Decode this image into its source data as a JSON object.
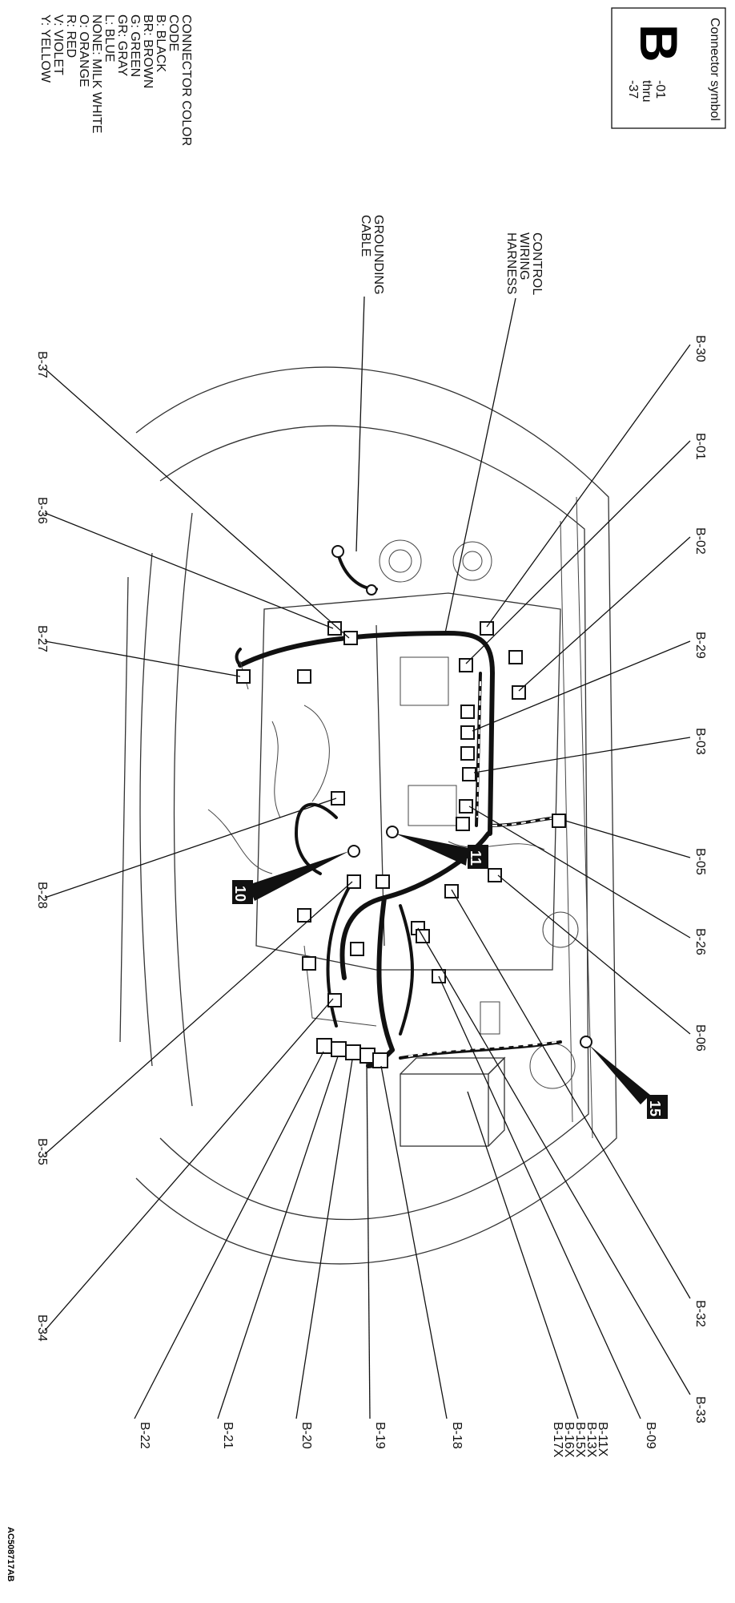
{
  "symbol_box": {
    "heading": "Connector symbol",
    "letter": "B",
    "range_from": "-01",
    "range_word": "thru",
    "range_to": "-37"
  },
  "color_code": {
    "lines": [
      "CONNECTOR COLOR",
      "CODE",
      "B: BLACK",
      "BR: BROWN",
      "G: GREEN",
      "GR: GRAY",
      "L: BLUE",
      "NONE: MILK WHITE",
      "O: ORANGE",
      "R: RED",
      "V: VIOLET",
      "Y: YELLOW"
    ]
  },
  "callouts": {
    "grounding_cable": [
      "GROUNDING",
      "CABLE"
    ],
    "control_harness": [
      "CONTROL",
      "WIRING",
      "HARNESS"
    ]
  },
  "connectors_right": [
    "B-30",
    "B-01",
    "B-02",
    "B-29",
    "B-03",
    "B-05",
    "B-26",
    "B-06",
    "B-32",
    "B-33"
  ],
  "connectors_left": [
    "B-37",
    "B-36",
    "B-27",
    "B-28",
    "B-35",
    "B-34"
  ],
  "connectors_bottom": [
    "B-22",
    "B-21",
    "B-20",
    "B-19",
    "B-18"
  ],
  "connector_group": [
    "B-11X",
    "B-13X",
    "B-15X",
    "B-16X",
    "B-17X"
  ],
  "connector_b09": "B-09",
  "markers": [
    "10",
    "11",
    "15"
  ],
  "figure_id": "AC508717AB"
}
